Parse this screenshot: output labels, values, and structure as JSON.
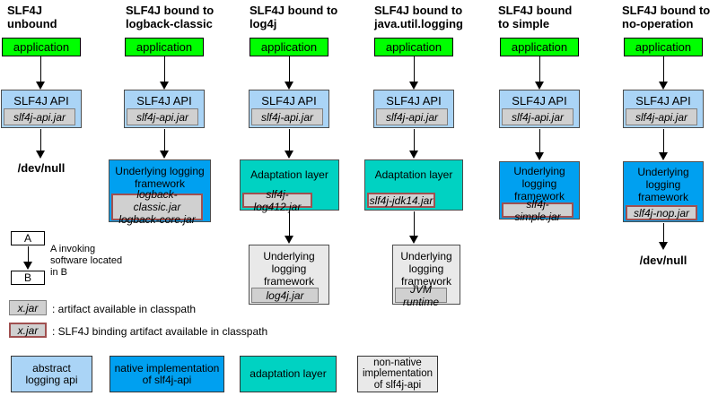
{
  "columns": [
    {
      "title": "SLF4J\nunbound",
      "application": "application",
      "api": "SLF4J API",
      "api_jar": "slf4j-api.jar",
      "output": "/dev/null"
    },
    {
      "title": "SLF4J bound to\nlogback-classic",
      "application": "application",
      "api": "SLF4J API",
      "api_jar": "slf4j-api.jar",
      "framework": "Underlying logging\nframework",
      "framework_jar": "logback-classic.jar\nlogback-core.jar"
    },
    {
      "title": "SLF4J bound to\nlog4j",
      "application": "application",
      "api": "SLF4J API",
      "api_jar": "slf4j-api.jar",
      "adaptation": "Adaptation layer",
      "adaptation_jar": "slf4j-log412.jar",
      "framework": "Underlying\nlogging\nframework",
      "framework_jar": "log4j.jar"
    },
    {
      "title": "SLF4J bound to\njava.util.logging",
      "application": "application",
      "api": "SLF4J API",
      "api_jar": "slf4j-api.jar",
      "adaptation": "Adaptation layer",
      "adaptation_jar": "slf4j-jdk14.jar",
      "framework": "Underlying\nlogging\nframework",
      "framework_jar": "JVM runtime"
    },
    {
      "title": "SLF4J bound\nto simple",
      "application": "application",
      "api": "SLF4J API",
      "api_jar": "slf4j-api.jar",
      "framework": "Underlying\nlogging\nframework",
      "framework_jar": "slf4j-simple.jar"
    },
    {
      "title": "SLF4J bound to\nno-operation",
      "application": "application",
      "api": "SLF4J API",
      "api_jar": "slf4j-api.jar",
      "framework": "Underlying\nlogging\nframework",
      "framework_jar": "slf4j-nop.jar",
      "output": "/dev/null"
    }
  ],
  "legend": {
    "invoke": {
      "a": "A",
      "b": "B",
      "caption": "A invoking\nsoftware located\nin B"
    },
    "artifact": {
      "box": "x.jar",
      "caption": ": artifact available in classpath"
    },
    "binding": {
      "box": "x.jar",
      "caption": ": SLF4J binding artifact available in classpath"
    },
    "categories": [
      {
        "label": "abstract\nlogging api",
        "color": "#aad4f6"
      },
      {
        "label": "native implementation\nof slf4j-api",
        "color": "#00a0f0"
      },
      {
        "label": "adaptation layer",
        "color": "#00d2c2"
      },
      {
        "label": "non-native\nimplementation\nof slf4j-api",
        "color": "#e9e9e9"
      }
    ]
  },
  "colors": {
    "application": "#00ff00",
    "abstract_api": "#aad4f6",
    "native_implementation": "#00a0f0",
    "adaptation_layer": "#00d2c2",
    "non_native_implementation": "#e9e9e9",
    "jar_fill": "#d0d0d0",
    "jar_border": "#808080",
    "binding_border": "#a05050"
  }
}
